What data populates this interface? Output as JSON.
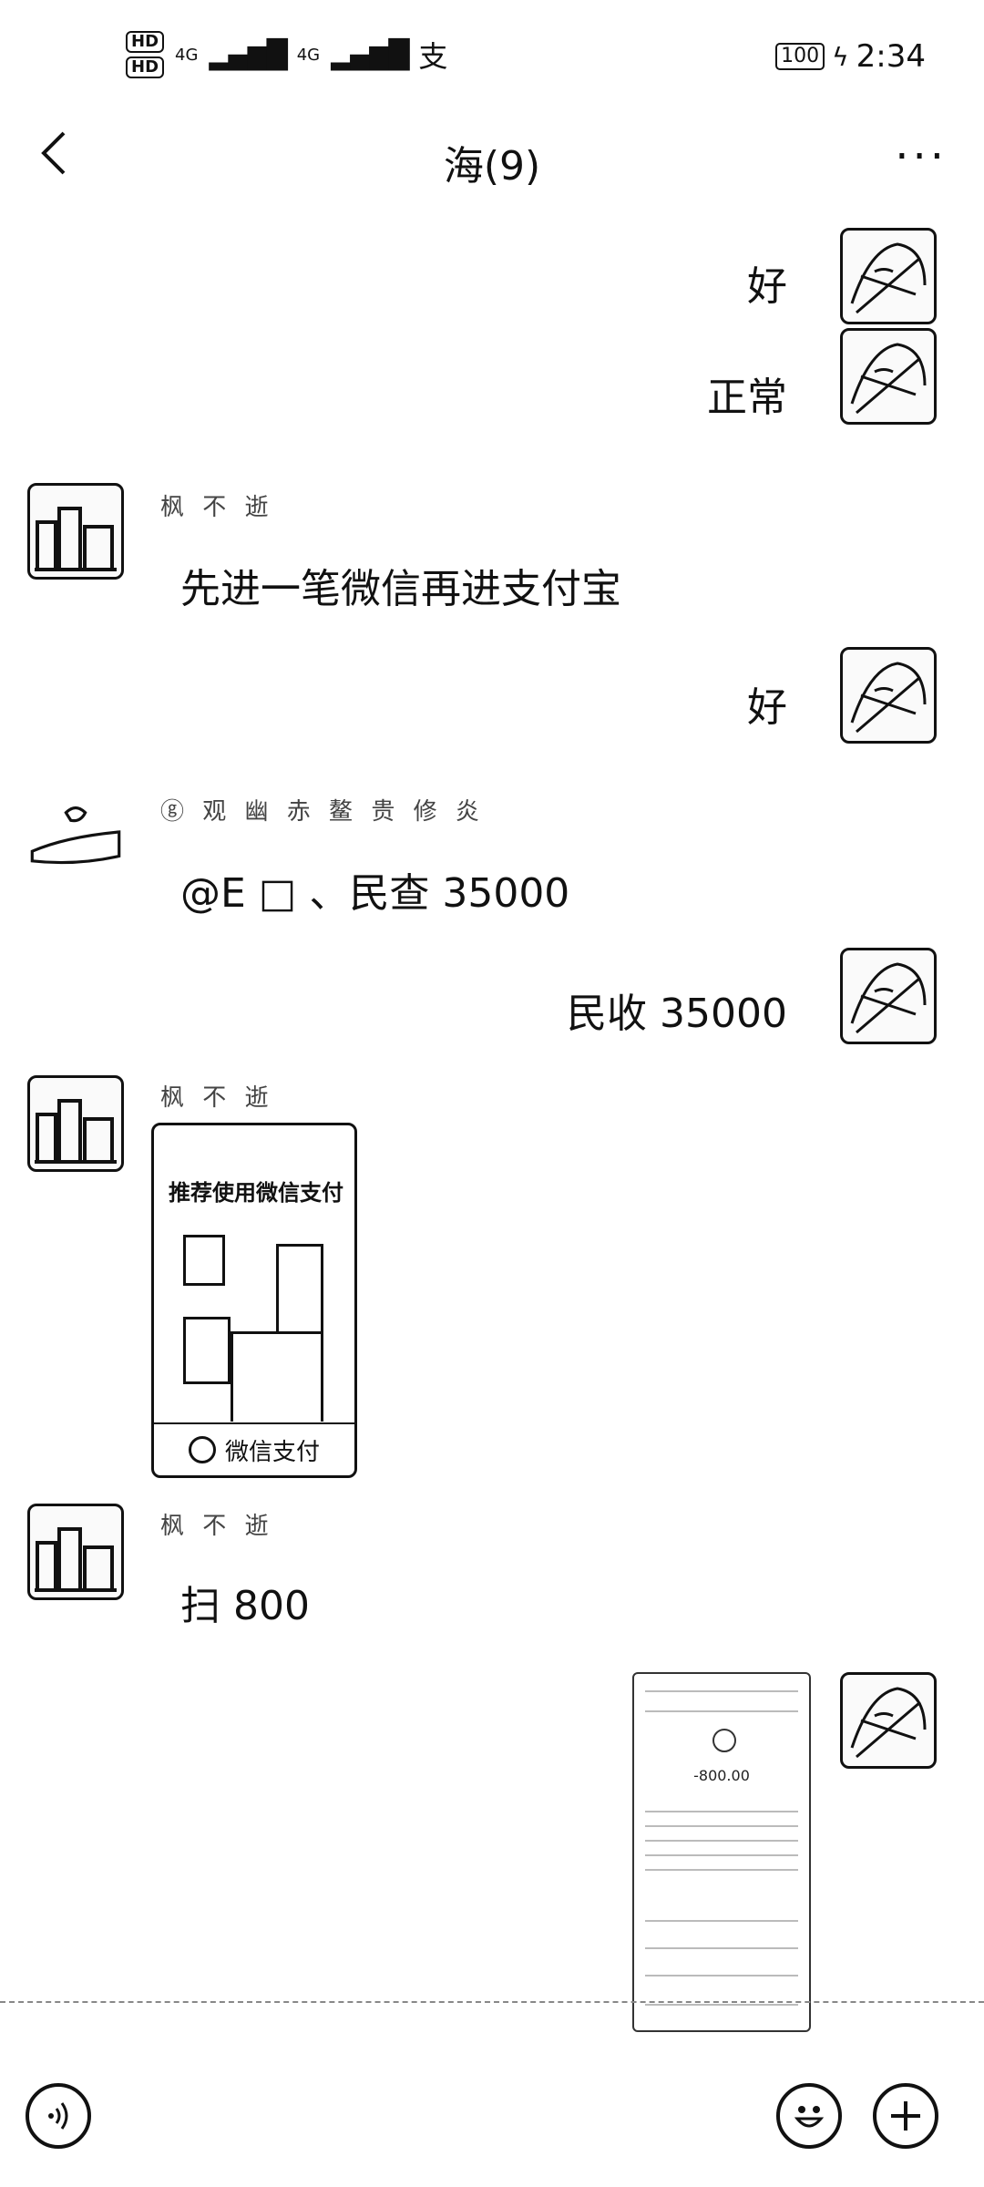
{
  "status": {
    "hd1": "HD",
    "hd2": "HD",
    "net1": "4G",
    "net2": "4G",
    "app_icon": "支",
    "battery": "100",
    "time": "2:34"
  },
  "header": {
    "back_icon": "<",
    "title": "海(9)",
    "more_icon": "···"
  },
  "messages": [
    {
      "side": "right",
      "text": "好"
    },
    {
      "side": "right",
      "text": "正常"
    },
    {
      "side": "left",
      "sender": "枫 不 逝",
      "text": "先进一笔微信再进支付宝"
    },
    {
      "side": "right",
      "text": "好"
    },
    {
      "side": "left",
      "sender": "ⓖ 观 幽 赤 鳌 贵 修 炎",
      "text": "@E  □ 、民查 35000"
    },
    {
      "side": "right",
      "text": "民收 35000"
    },
    {
      "side": "left",
      "sender": "枫 不 逝",
      "card_title": "推荐使用微信支付",
      "card_footer": "微信支付"
    },
    {
      "side": "left",
      "sender": "枫 不 逝",
      "text": "扫 800"
    },
    {
      "side": "right",
      "image_amount": "-800.00"
    }
  ],
  "bottom": {
    "voice_icon": "voice-icon",
    "emoji_icon": "emoji-icon",
    "plus_icon": "plus-icon"
  }
}
